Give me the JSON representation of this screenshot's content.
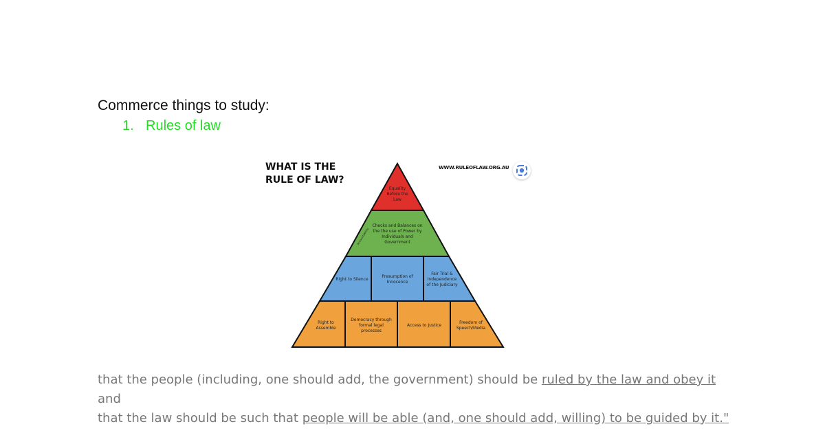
{
  "document": {
    "heading": "Commerce things to study:",
    "list": [
      {
        "number": "1.",
        "text": "Rules of law"
      }
    ],
    "list_color": "#22dd22"
  },
  "figure": {
    "title_line1": "WHAT IS THE",
    "title_line2": "RULE OF LAW?",
    "url": "WWW.RULEOFLAW.ORG.AU",
    "tiers": {
      "top": "Equality Before the Law",
      "second": "Checks and Balances on the the use of Power by Individuals and Government",
      "second_side": "Accountability",
      "third": [
        "Right to Silence",
        "Presumption of Innocence",
        "Fair Trial & Independence of the Judiciary"
      ],
      "bottom": [
        "Right to Assemble",
        "Democracy through formal legal processes",
        "Access to Justice",
        "Freedom of Speech/Media"
      ]
    },
    "colors": {
      "red": "#e0302b",
      "green": "#6db24f",
      "blue": "#6aa6dd",
      "orange": "#f0a03c"
    }
  },
  "body": {
    "p1_a": "that the people (including, one should add, the government) should be ",
    "p1_u": "ruled by the law and obey it",
    "p1_b": " and",
    "p2_a": " that the law should be such that ",
    "p2_u": "people will be able (and, one should add, willing) to be guided by it.\""
  }
}
